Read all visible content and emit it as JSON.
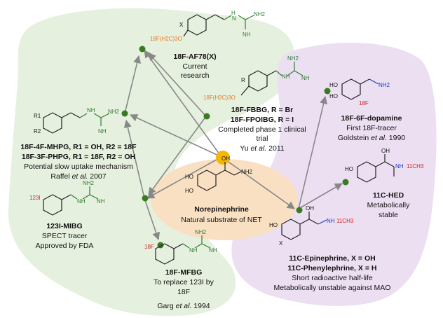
{
  "colors": {
    "green_region": "#e6f0df",
    "purple_region": "#ecdff2",
    "orange_region": "#f9e0c2",
    "center_node": "#f5b800",
    "node": "#3a7a23",
    "arrow": "#888888",
    "f18_red": "#d42020",
    "orange_chain": "#e07a20",
    "guanidine_green": "#2f7d32",
    "amine_blue": "#2040c0"
  },
  "center": {
    "name": "Norepinephrine",
    "desc": "Natural substrate of NET"
  },
  "af78": {
    "label": "18F-AF78(X)",
    "line1": "Current",
    "line2": "research"
  },
  "fbbg": {
    "line1": "18F-FBBG, R = Br",
    "line2": "18F-FPOIBG, R = I",
    "line3": "Completed phase 1 clinical",
    "line4": "trial",
    "ref_a": "Yu ",
    "ref_b": "et al.",
    "ref_c": " 2011"
  },
  "mhpg": {
    "line1": "18F-4F-MHPG, R1 = OH, R2 = 18F",
    "line2": "18F-3F-PHPG, R1 = 18F, R2 = OH",
    "line3": "Potential slow uptake mechanism",
    "ref_a": "Raffel ",
    "ref_b": "et al.",
    "ref_c": " 2007"
  },
  "mibg": {
    "label": "123I-MIBG",
    "line1": "SPECT tracer",
    "line2": "Approved by FDA"
  },
  "mfbg": {
    "label": "18F-MFBG",
    "line1": "To replace 123I by",
    "line2": "18F",
    "ref_a": "Garg ",
    "ref_b": "et al.",
    "ref_c": " 1994"
  },
  "dopamine": {
    "label": "18F-6F-dopamine",
    "line1": "First 18F-tracer",
    "ref_a": "Goldstein ",
    "ref_b": "et al.",
    "ref_c": " 1990"
  },
  "hed": {
    "label": "11C-HED",
    "line1": "Metabolically",
    "line2": "stable"
  },
  "epi": {
    "line1": "11C-Epinephrine,  X = OH",
    "line2": "11C-Phenylephrine, X = H",
    "line3": "Short radioactive half-life",
    "line4": "Metabolically unstable against MAO"
  },
  "chem": {
    "ho": "HO",
    "oh": "OH",
    "nh2": "NH2",
    "nh": "NH",
    "hn": "H",
    "n": "N",
    "x": "X",
    "r": "R",
    "r1": "R1",
    "r2": "R2",
    "f18": "18F",
    "i123": "123I",
    "chain": "18F(H2C)3O",
    "c11": "11CH3"
  }
}
